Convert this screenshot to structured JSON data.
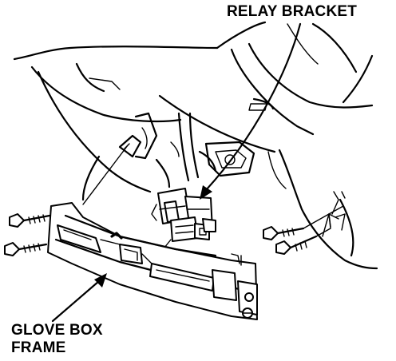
{
  "labels": {
    "relay_bracket": "RELAY BRACKET",
    "glove_box_frame_line1": "GLOVE BOX",
    "glove_box_frame_line2": "FRAME"
  },
  "colors": {
    "ink": "#000000",
    "paper": "#ffffff"
  },
  "icons": [
    "bolt-icon",
    "arrow-icon"
  ]
}
